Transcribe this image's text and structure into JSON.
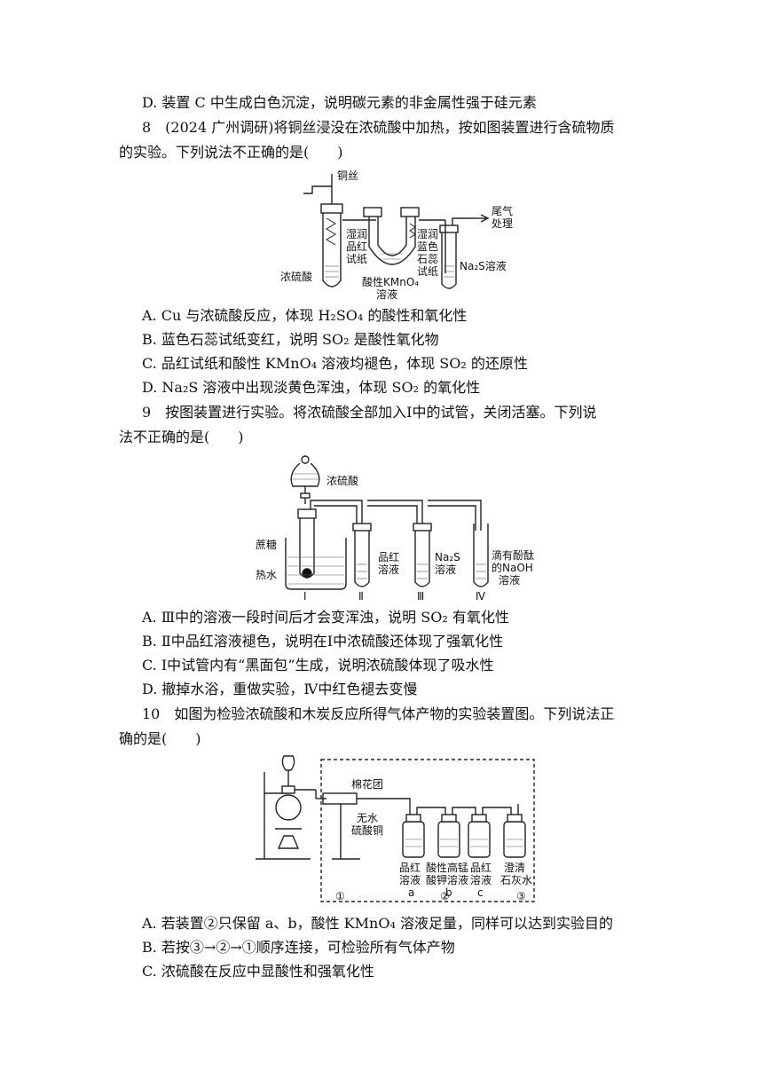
{
  "q7": {
    "optD": "D.  装置 C 中生成白色沉淀，说明碳元素的非金属性强于硅元素"
  },
  "q8": {
    "stem1": "8　(2024 广州调研)将铜丝浸没在浓硫酸中加热，按如图装置进行含硫物质",
    "stem2": "的实验。下列说法不正确的是(　　)",
    "optA": "A. Cu 与浓硫酸反应，体现 H₂SO₄ 的酸性和氧化性",
    "optB": "B.  蓝色石蕊试纸变红，说明 SO₂ 是酸性氧化物",
    "optC": "C.  品红试纸和酸性 KMnO₄ 溶液均褪色，体现 SO₂ 的还原性",
    "optD": "D. Na₂S 溶液中出现淡黄色浑浊，体现 SO₂ 的氧化性",
    "fig": {
      "copper_wire": "铜丝",
      "tail_gas_1": "尾气",
      "tail_gas_2": "处理",
      "wet_litmus": [
        "湿润",
        "品红",
        "试纸"
      ],
      "blue_litmus": [
        "湿润",
        "蓝色",
        "石蕊",
        "试纸"
      ],
      "conc_acid": "浓硫酸",
      "kmno4_1": "酸性KMnO₄",
      "kmno4_2": "溶液",
      "na2s": "Na₂S溶液"
    }
  },
  "q9": {
    "stem1": "9　按图装置进行实验。将浓硫酸全部加入Ⅰ中的试管，关闭活塞。下列说",
    "stem2": "法不正确的是(　　)",
    "optA": "A. Ⅲ中的溶液一段时间后才会变浑浊，说明 SO₂ 有氧化性",
    "optB": "B. Ⅱ中品红溶液褪色，说明在Ⅰ中浓硫酸还体现了强氧化性",
    "optC": "C. Ⅰ中试管内有“黑面包”生成，说明浓硫酸体现了吸水性",
    "optD": "D.  撤掉水浴，重做实验，Ⅳ中红色褪去变慢",
    "fig": {
      "conc_acid": "浓硫酸",
      "sucrose": "蔗糖",
      "hot_water": "热水",
      "pinkred": [
        "品红",
        "溶液"
      ],
      "na2s": [
        "Na₂S",
        "溶液"
      ],
      "naoh": [
        "滴有酚酞",
        "的NaOH",
        "溶液"
      ],
      "labels": [
        "Ⅰ",
        "Ⅱ",
        "Ⅲ",
        "Ⅳ"
      ]
    }
  },
  "q10": {
    "stem1": "10　如图为检验浓硫酸和木炭反应所得气体产物的实验装置图。下列说法正",
    "stem2": "确的是(　　)",
    "optA": "A.  若装置②只保留 a、b，酸性 KMnO₄ 溶液足量，同样可以达到实验目的",
    "optB": "B.  若按③→②→①顺序连接，可检验所有气体产物",
    "optC": "C.  浓硫酸在反应中显酸性和强氧化性",
    "fig": {
      "cotton": "棉花团",
      "cuso4": [
        "无水",
        "硫酸铜"
      ],
      "bottle_a": [
        "品红",
        "溶液",
        "a"
      ],
      "bottle_b": [
        "酸性高锰",
        "酸钾溶液",
        "b"
      ],
      "bottle_c": [
        "品红",
        "溶液",
        "c"
      ],
      "bottle_d": [
        "澄清",
        "石灰水"
      ],
      "sections": [
        "①",
        "②",
        "③"
      ]
    }
  }
}
